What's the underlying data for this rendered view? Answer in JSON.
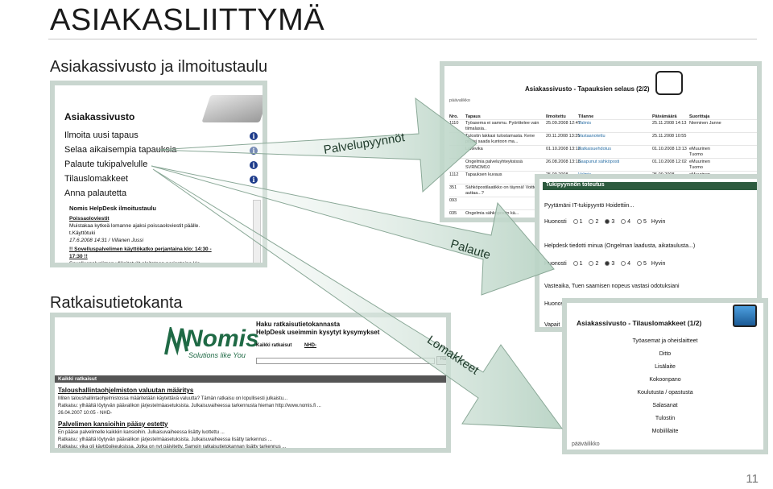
{
  "slide": {
    "title": "ASIAKASLIITTYMÄ",
    "subtitle_site": "Asiakassivusto ja ilmoitustaulu",
    "subtitle_kb": "Ratkaisutietokanta",
    "page_number": "11"
  },
  "arrow_labels": {
    "requests": "Palvelupyynnöt",
    "feedback": "Palaute",
    "forms": "Lomakkeet"
  },
  "site_panel": {
    "header": "Asiakassivusto",
    "menu": [
      "Ilmoita uusi tapaus",
      "Selaa aikaisempia tapauksia",
      "Palaute tukipalvelulle",
      "Tilauslomakkeet",
      "Anna palautetta"
    ],
    "info_glyph": "i",
    "noticeboard_title": "Nomis HelpDesk ilmoitustaulu",
    "noticeboard_lines": [
      "Poissaoloviestit",
      "Muistakaa kytkeä lomanne ajaksi poissaoloviestit päälle.",
      "t.Käyttötuki",
      "17.6.2008 14:31 / Villanen Jussi",
      "!! Sovelluspalvelimen käyttökatko perjantaina klo: 14:30 -",
      "17:30 !!",
      "Sovelluspalvelimen ylläpitotyöt aloitetaan perjantaina klo"
    ]
  },
  "list_panel": {
    "breadcrumb": "päävalikko",
    "title": "Asiakassivusto - Tapauksien selaus (2/2)",
    "columns": [
      "Nro.",
      "Tapaus",
      "Ilmoitettu",
      "Tilanne",
      "Päivämäärä",
      "Suorittaja"
    ],
    "rows": [
      [
        "1110",
        "Työasema ei sammu. Pyörittelee vain tiimalasia..",
        "25.09.2008 12:47",
        "Valmis",
        "25.11.2008 14:13",
        "Nieminen Janne"
      ],
      [
        "",
        "Tulostin lakkasi tulostamasta. Kene pitäisi saada kuntoon ma...",
        "20.11.2008 13:35",
        "Vastaanotettu",
        "25.11.2008 10:55",
        ""
      ],
      [
        "",
        "Laitevika",
        "01.10.2008 13:13",
        "Ratkaisuehdotus",
        "01.10.2008 13:13",
        "eMuurinen Tuomo"
      ],
      [
        "",
        "Ongelmia palveluyhteyksissä SVRNOM10",
        "26.08.2008 13:18",
        "Saapunut sähköposti",
        "01.10.2008 12:02",
        "eMuurinen Tuomo"
      ],
      [
        "1112",
        "Tapauksen kuvaus",
        "25.09.2008",
        "Valmis",
        "25.09.2008",
        "eMuurinen Tuomo"
      ],
      [
        "351",
        "Sähköpostilaatikko on täynnä! Voitteko auttaa...?",
        "",
        "",
        "",
        ""
      ],
      [
        "093",
        "",
        "",
        "",
        "",
        ""
      ],
      [
        "035",
        "Ongelmia sähköpostin kä...",
        "",
        "",
        "",
        ""
      ]
    ]
  },
  "feedback_panel": {
    "header": "Tukipyynnön toteutus",
    "q1": "Pyytämäni IT-tukipyyntö Hoidettiin...",
    "rating_label": "Huonosti",
    "ratings": [
      "1",
      "2",
      "3",
      "4",
      "5"
    ],
    "rating_end": "Hyvin",
    "q2": "Helpdesk tiedotti minua (Ongelman laadusta, aikataulusta...)",
    "q3": "Vasteaika, Tuen saamisen nopeus vastasi odotuksiani",
    "q1_selected": "3",
    "q2_selected": "3",
    "cut_label_1": "Huonos",
    "cut_label_2": "Vapait"
  },
  "forms_panel": {
    "title": "Asiakassivusto - Tilauslomakkeet (1/2)",
    "items": [
      "Työasemat ja oheislaitteet",
      "Ditto",
      "Lisälaite",
      "Kokoonpano",
      "Koulutusta / opastusta",
      "Salasanat",
      "Tulostin",
      "Mobiililaite"
    ],
    "footer": "pääväilikko"
  },
  "kb_panel": {
    "logo_word": "Nomis",
    "logo_tagline": "Solutions like You",
    "heading1": "Haku ratkaisutietokannasta",
    "heading2": "HelpDesk useimmin kysytyt kysymykset",
    "link_all": "Kaikki ratkaisut",
    "link_nhd": "NHD-",
    "search_button": "Hae",
    "bar_label": "Kaikki ratkaisut",
    "articles": [
      {
        "title": "Taloushallintaohjelmiston valuutan määritys",
        "lines": [
          "Miten taloushallintaohjelmistossa määritetään käytettävä valuutta? Tämän ratkaisu on lopullisesti julkaistu...",
          "Ratkaisu: ylhäältä löytyvän päävalikon järjestelmäasetuksista. Julkaisuvaiheessa tarkennusta hieman http://www.nomis.fi ...",
          "26.04.2007 10:05 - NHD-"
        ]
      },
      {
        "title": "Palvelimen kansioihin pääsy estetty",
        "lines": [
          "En pääse palvelimelle kaikkiin kansioihin. Julkaisuvaiheessa lisätty luottettu ...",
          "Ratkaisu: ylhäältä löytyvän päävalikon järjestelmäasetuksista. Julkaisuvaiheessa lisätty tarkennus ...",
          "Ratkaisu: vika oli käyttöoikeuksissa. Jotka on nyt päivitetty. Samoin ratkaisutietokannan lisätty tarkennus ..."
        ]
      }
    ]
  },
  "colors": {
    "arrow_fill": "#d3e6dc",
    "arrow_stroke": "#8aa897",
    "panel_border": "#c9d6cf",
    "brand_green": "#1f6a45"
  }
}
